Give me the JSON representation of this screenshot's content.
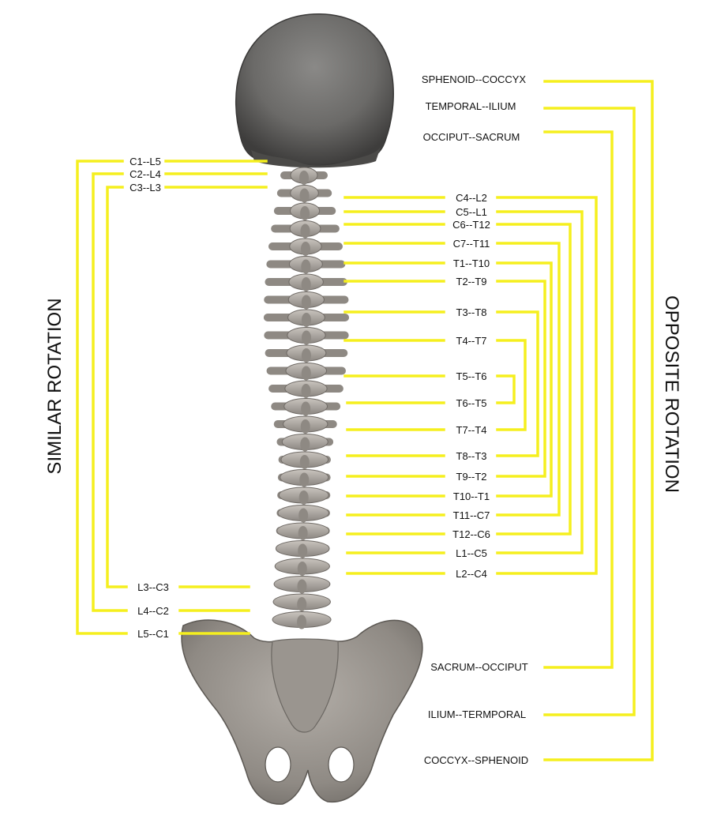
{
  "titles": {
    "left": "SIMILAR ROTATION",
    "right": "OPPOSITE ROTATION"
  },
  "colors": {
    "line": "#f5ef1e",
    "bone": "#b9b4ae",
    "bone_shade": "#8e8983",
    "skull": "#6e6d6b",
    "text": "#111111"
  },
  "similar_pairs": [
    "C1--L5",
    "C2--L4",
    "C3--L3",
    "L3--C3",
    "L4--C2",
    "L5--C1"
  ],
  "cranial_pairs": [
    "SPHENOID--COCCYX",
    "TEMPORAL--ILIUM",
    "OCCIPUT--SACRUM",
    "SACRUM--OCCIPUT",
    "ILIUM--TERMPORAL",
    "COCCYX--SPHENOID"
  ],
  "vertebral_pairs": [
    "C4--L2",
    "C5--L1",
    "C6--T12",
    "C7--T11",
    "T1--T10",
    "T2--T9",
    "T3--T8",
    "T4--T7",
    "T5--T6",
    "T6--T5",
    "T7--T4",
    "T8--T3",
    "T9--T2",
    "T10--T1",
    "T11--C7",
    "T12--C6",
    "L1--C5",
    "L2--C4"
  ]
}
